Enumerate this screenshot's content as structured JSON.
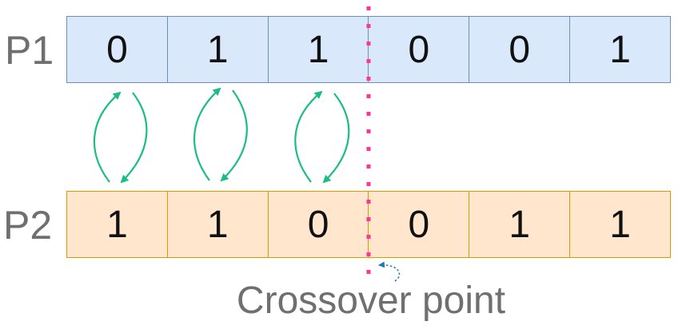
{
  "parents": [
    {
      "label": "P1",
      "genes": [
        "0",
        "1",
        "1",
        "0",
        "0",
        "1"
      ]
    },
    {
      "label": "P2",
      "genes": [
        "1",
        "1",
        "0",
        "0",
        "1",
        "1"
      ]
    }
  ],
  "crossover_label": "Crossover point",
  "colors": {
    "p1_fill": "#dae8fc",
    "p1_stroke": "#6c8ebf",
    "p2_fill": "#ffe6cc",
    "p2_stroke": "#d79b00",
    "swap_arrow": "#1abc88",
    "crossover_line": "#ff3399",
    "pointer_arrow": "#1f7ab8",
    "label_text": "#6f6f6f"
  }
}
